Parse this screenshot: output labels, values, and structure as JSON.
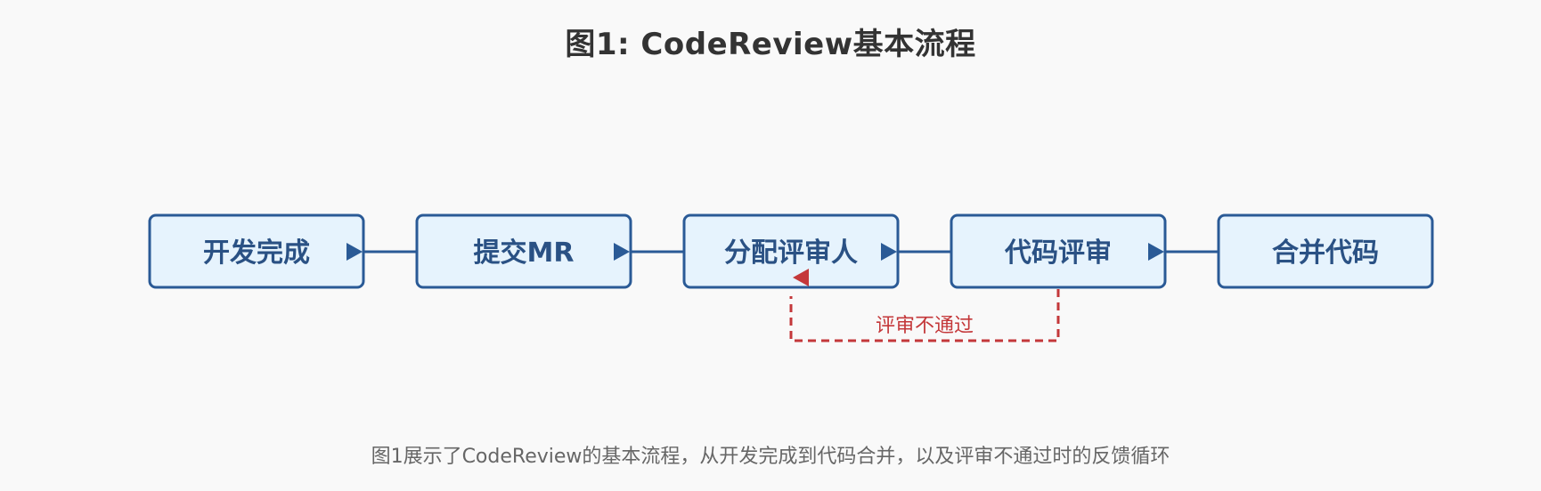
{
  "figure": {
    "title": "图1: CodeReview基本流程",
    "caption": "图1展示了CodeReview的基本流程，从开发完成到代码合并，以及评审不通过时的反馈循环"
  },
  "flow": {
    "steps": [
      {
        "label": "开发完成"
      },
      {
        "label": "提交MR"
      },
      {
        "label": "分配评审人"
      },
      {
        "label": "代码评审"
      },
      {
        "label": "合并代码"
      }
    ],
    "feedback": {
      "label": "评审不通过"
    }
  },
  "colors": {
    "node_fill": "#e6f3fd",
    "node_border": "#2a5a96",
    "node_text": "#2a5184",
    "feedback": "#c4383a",
    "background": "#f9f9f9"
  }
}
